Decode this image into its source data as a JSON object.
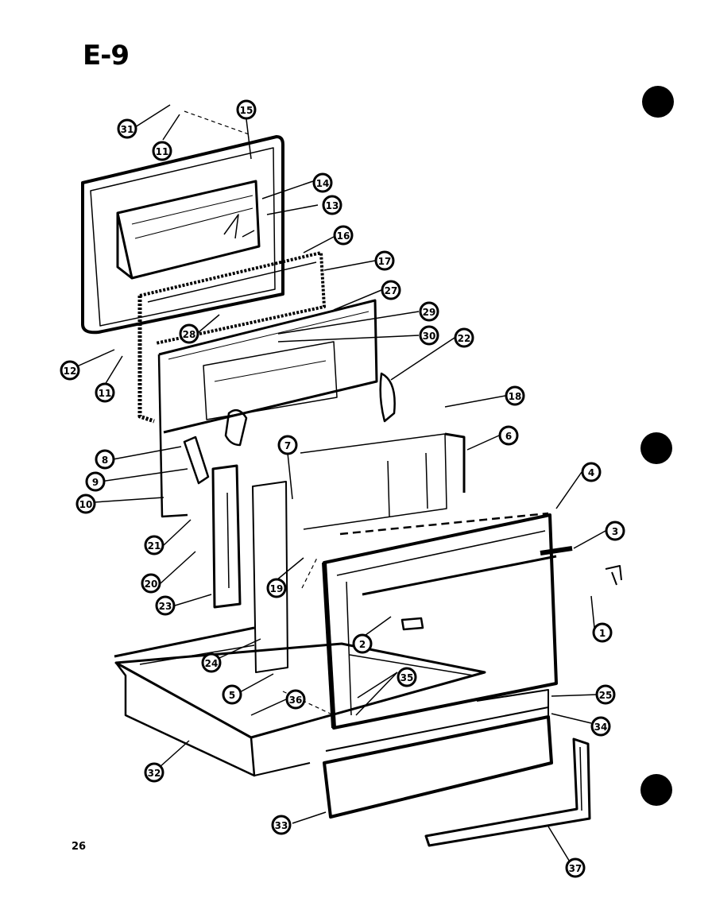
{
  "diagram": {
    "title": "E-9",
    "page_number": "26",
    "callouts": [
      {
        "id": "c31",
        "label": "31"
      },
      {
        "id": "c11a",
        "label": "11"
      },
      {
        "id": "c15",
        "label": "15"
      },
      {
        "id": "c14",
        "label": "14"
      },
      {
        "id": "c13",
        "label": "13"
      },
      {
        "id": "c16",
        "label": "16"
      },
      {
        "id": "c17",
        "label": "17"
      },
      {
        "id": "c27",
        "label": "27"
      },
      {
        "id": "c28a",
        "label": "28"
      },
      {
        "id": "c29",
        "label": "29"
      },
      {
        "id": "c30",
        "label": "30"
      },
      {
        "id": "c22",
        "label": "22"
      },
      {
        "id": "c12",
        "label": "12"
      },
      {
        "id": "c11b",
        "label": "11"
      },
      {
        "id": "c18",
        "label": "18"
      },
      {
        "id": "c6",
        "label": "6"
      },
      {
        "id": "c7",
        "label": "7"
      },
      {
        "id": "c8",
        "label": "8"
      },
      {
        "id": "c9",
        "label": "9"
      },
      {
        "id": "c10a",
        "label": "10"
      },
      {
        "id": "c4",
        "label": "4"
      },
      {
        "id": "c3",
        "label": "3"
      },
      {
        "id": "c21",
        "label": "21"
      },
      {
        "id": "c20",
        "label": "20"
      },
      {
        "id": "c19",
        "label": "19"
      },
      {
        "id": "c23",
        "label": "23"
      },
      {
        "id": "c1",
        "label": "1"
      },
      {
        "id": "c2",
        "label": "2"
      },
      {
        "id": "c24",
        "label": "24"
      },
      {
        "id": "c35",
        "label": "35"
      },
      {
        "id": "c5",
        "label": "5"
      },
      {
        "id": "c36",
        "label": "36"
      },
      {
        "id": "c25",
        "label": "25"
      },
      {
        "id": "c34",
        "label": "34"
      },
      {
        "id": "c32",
        "label": "32"
      },
      {
        "id": "c33",
        "label": "33"
      },
      {
        "id": "c37",
        "label": "37"
      }
    ]
  }
}
